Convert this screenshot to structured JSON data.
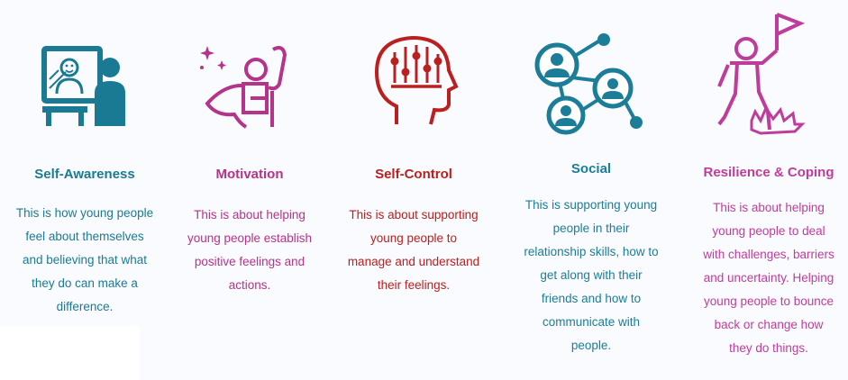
{
  "columns": [
    {
      "title": "Self-Awareness",
      "icon": "person-looking-in-mirror-icon",
      "color": "#1b7a93",
      "lines": [
        "This is how young people",
        "feel about themselves",
        "and believing that what",
        "they do can make a",
        "difference."
      ]
    },
    {
      "title": "Motivation",
      "icon": "superhero-flying-icon",
      "color": "#b5338a",
      "lines": [
        "This is about helping",
        "young people establish",
        "positive feelings and",
        "actions."
      ]
    },
    {
      "title": "Self-Control",
      "icon": "head-with-control-sliders-icon",
      "color": "#b9201f",
      "lines": [
        "This is about supporting",
        "young people to",
        "manage and understand",
        "their feelings."
      ]
    },
    {
      "title": "Social",
      "icon": "connected-people-network-icon",
      "color": "#1c7d98",
      "lines": [
        "This is supporting young",
        "people in their",
        "relationship skills, how to",
        "get along with their",
        "friends and how to",
        "communicate with",
        "people."
      ]
    },
    {
      "title": "Resilience & Coping",
      "icon": "person-climbing-with-flag-icon",
      "color": "#bf3d9a",
      "lines": [
        "This is about helping",
        "young people to deal",
        "with challenges, barriers",
        "and uncertainty. Helping",
        "young people to bounce",
        "back or change how",
        "they do things."
      ]
    }
  ]
}
